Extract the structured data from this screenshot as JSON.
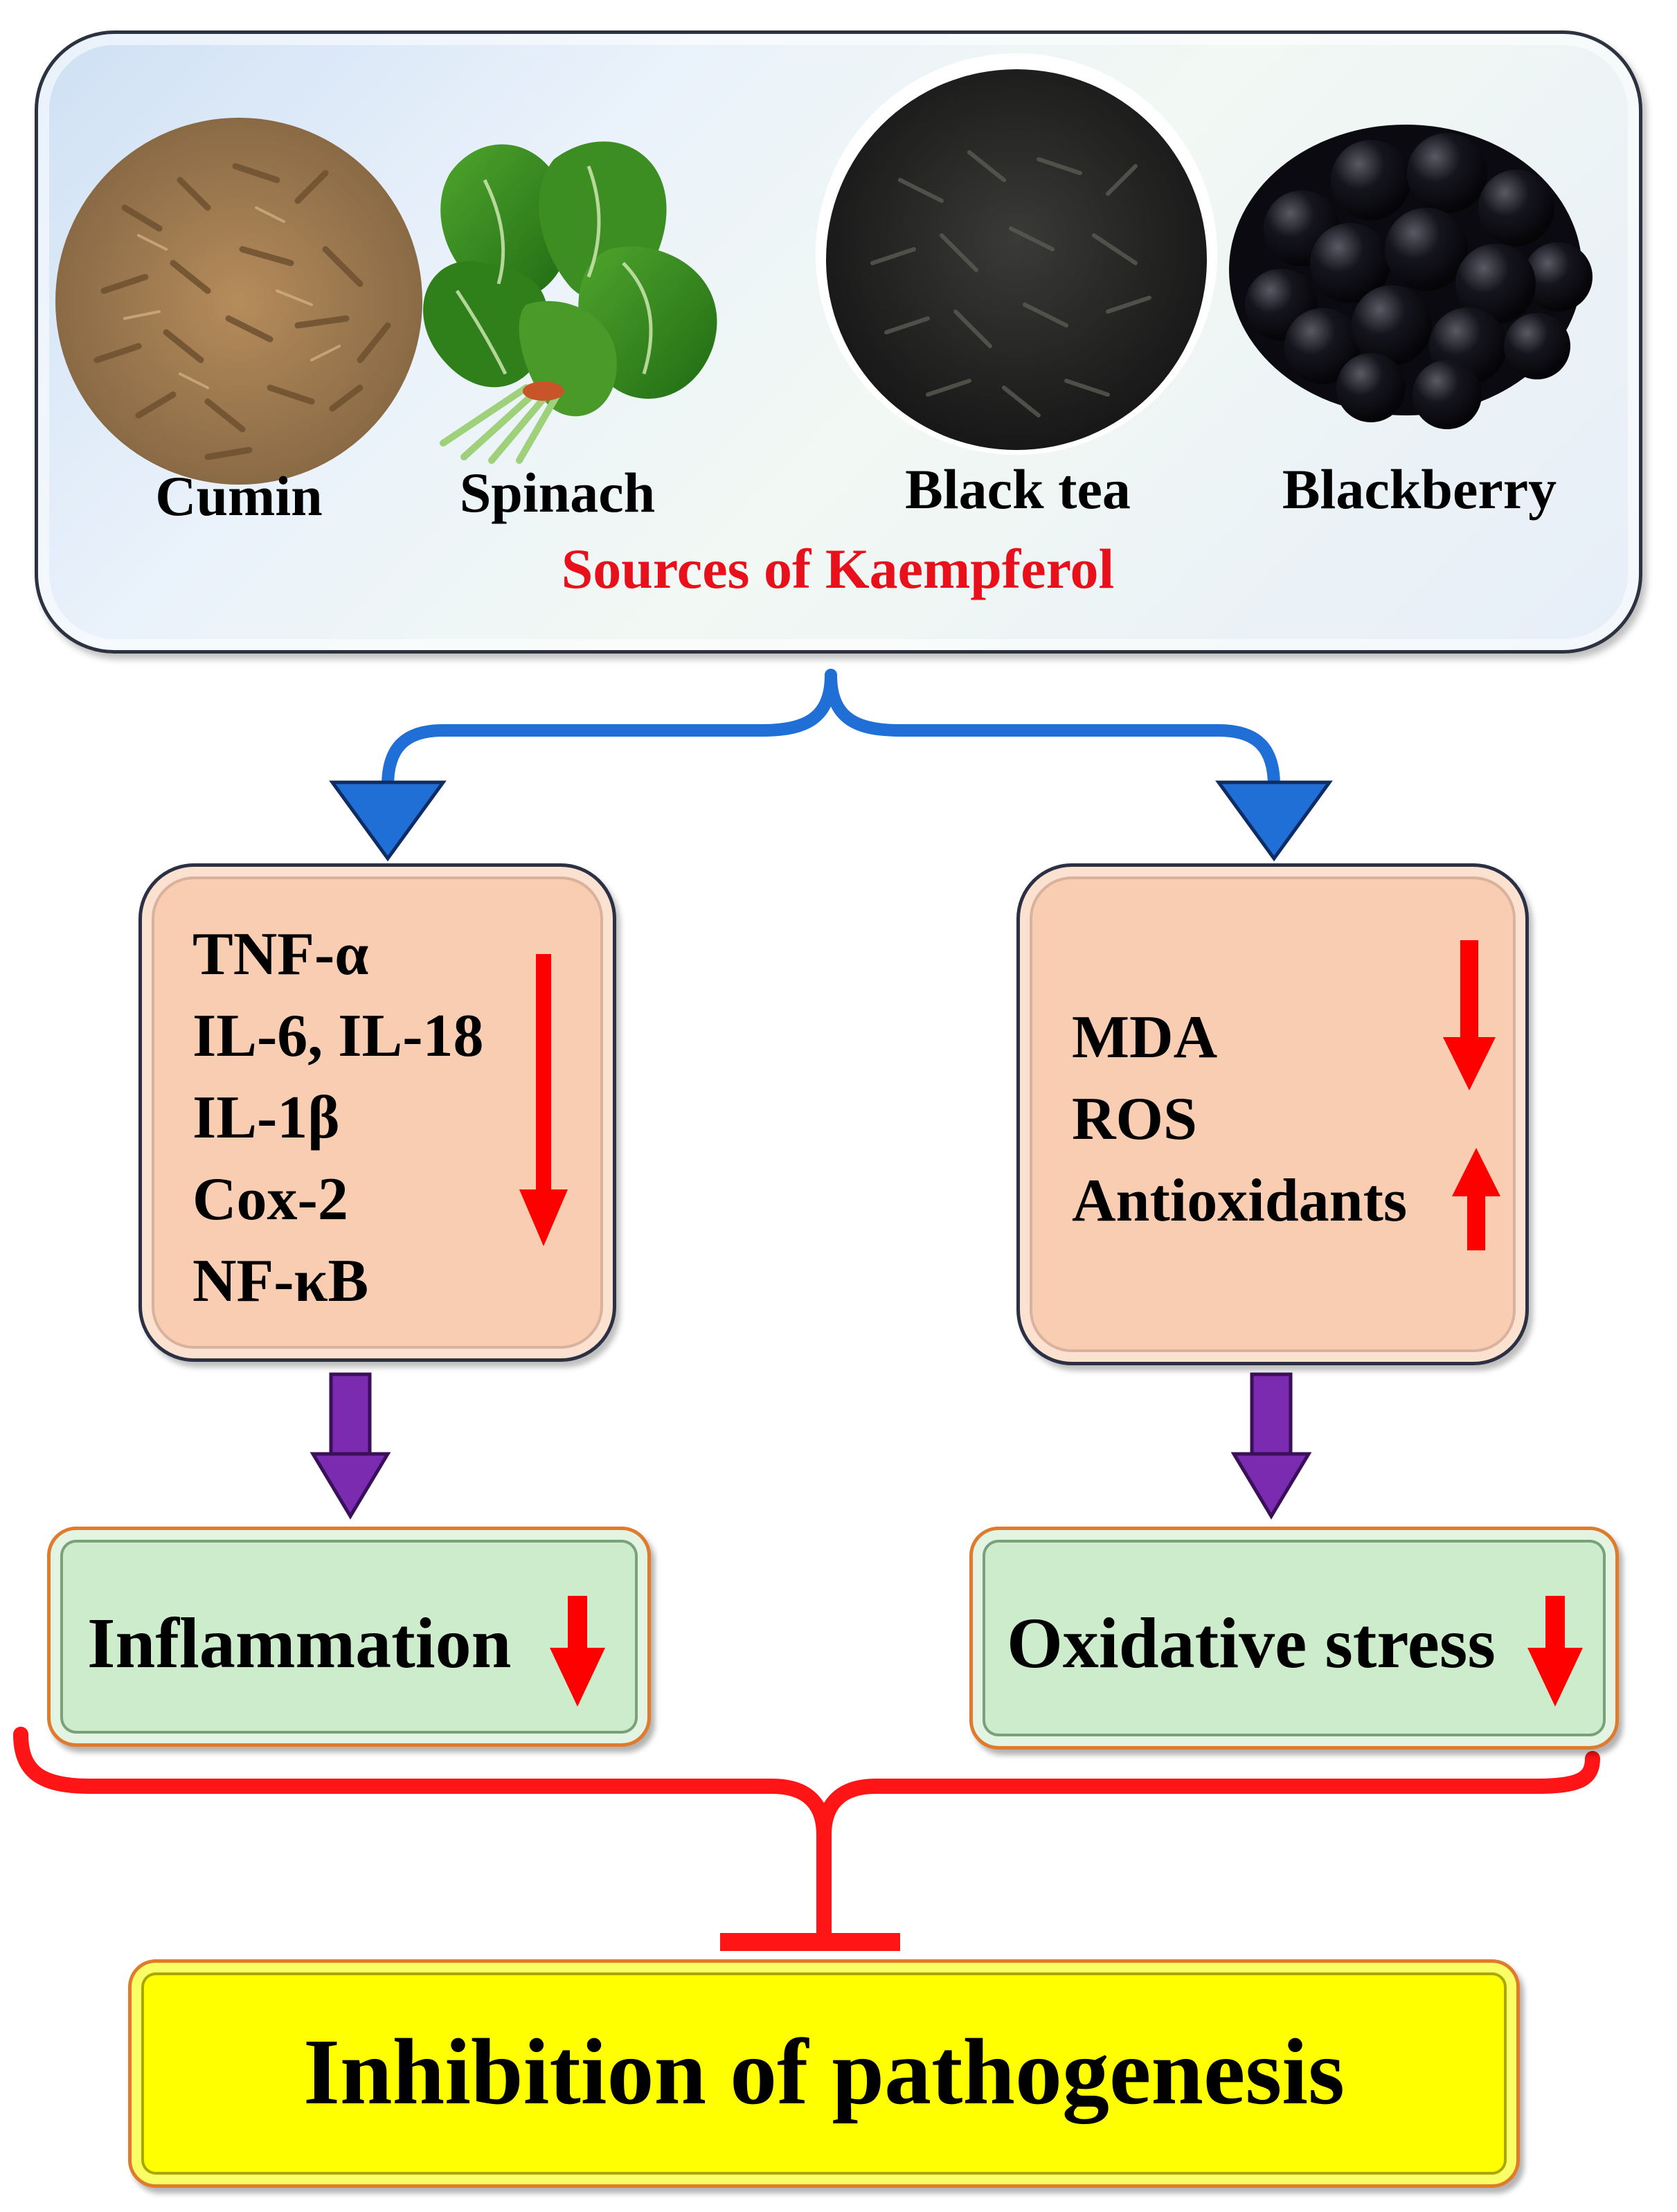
{
  "sources": {
    "title": "Sources of Kaempferol",
    "items": [
      {
        "label": "Cumin"
      },
      {
        "label": "Spinach"
      },
      {
        "label": "Black tea"
      },
      {
        "label": "Blackberry"
      }
    ]
  },
  "inflammatory_markers": {
    "items": [
      "TNF-α",
      "IL-6, IL-18",
      "IL-1β",
      "Cox-2",
      "NF-κB"
    ]
  },
  "oxidative_markers": {
    "items": [
      "MDA",
      "ROS",
      "Antioxidants"
    ]
  },
  "outcomes": {
    "left": "Inflammation",
    "right": "Oxidative stress"
  },
  "final": {
    "label": "Inhibition of pathogenesis"
  },
  "colors": {
    "title_red": "#e8101a",
    "arrow_red": "#ff0000",
    "connector_blue": "#1f6fd6",
    "purple_arrow": "#7a2bb0",
    "salmon": "#f9cdb2",
    "green": "#cdeccc",
    "yellow": "#ffff00"
  }
}
